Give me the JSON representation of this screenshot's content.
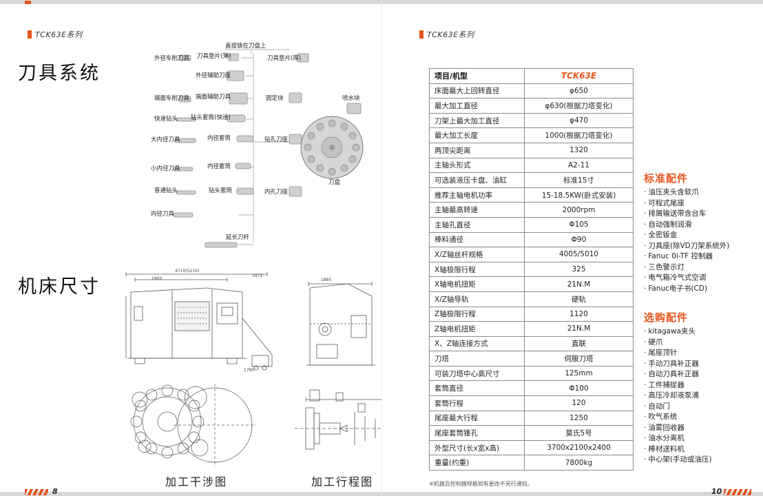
{
  "accent": "#e8541e",
  "left_page": {
    "series": "TCK63E系列",
    "section1_title": "刀具系统",
    "section2_title": "机床尺寸",
    "diagram": {
      "labels": [
        "直接锁在刀盘上",
        "外径车削刀具",
        "刀具垫片(薄)",
        "刀具垫片(厚)",
        "外径辅助刀座",
        "端面车削刀具",
        "端面辅助刀具",
        "固定块",
        "喷水块",
        "快速钻头",
        "钻头套筒(快速)",
        "大内径刀具",
        "内径套筒",
        "钻孔刀座",
        "小内径刀具",
        "内径套筒",
        "普通钻头",
        "钻头套筒",
        "内孔刀座",
        "内径刀具",
        "延长刀杆",
        "刀盘"
      ]
    },
    "drawings": {
      "dims": [
        "4710(5210)",
        "2400",
        "1879",
        "1885",
        "1780"
      ],
      "caption_interference": "加工干涉图",
      "caption_stroke": "加工行程图"
    },
    "page_number": "8"
  },
  "right_page": {
    "series": "TCK63E系列",
    "spec_table": {
      "col_item": "项目/机型",
      "col_model": "TCK63E",
      "rows": [
        {
          "label": "床面最大上回转直径",
          "value": "φ650"
        },
        {
          "label": "最大加工直径",
          "value": "φ630(根据刀塔变化)"
        },
        {
          "label": "刀架上最大加工直径",
          "value": "φ470"
        },
        {
          "label": "最大加工长度",
          "value": "1000(根据刀塔变化)"
        },
        {
          "label": "两顶尖距离",
          "value": "1320"
        },
        {
          "label": "主轴头形式",
          "value": "A2-11"
        },
        {
          "label": "可选装液压卡盘、油缸",
          "value": "标准15寸"
        },
        {
          "label": "推荐主轴电机功率",
          "value": "15-18.5KW(卧式安装)"
        },
        {
          "label": "主轴最高转速",
          "value": "2000rpm"
        },
        {
          "label": "主轴孔直径",
          "value": "Φ105"
        },
        {
          "label": "棒料通径",
          "value": "Φ90"
        },
        {
          "label": "X/Z轴丝杆规格",
          "value": "4005/5010"
        },
        {
          "label": "X轴极限行程",
          "value": "325"
        },
        {
          "label": "X轴电机扭矩",
          "value": "21N.M"
        },
        {
          "label": "X/Z轴导轨",
          "value": "硬轨"
        },
        {
          "label": "Z轴极限行程",
          "value": "1120"
        },
        {
          "label": "Z轴电机扭矩",
          "value": "21N.M"
        },
        {
          "label": "X、Z轴连接方式",
          "value": "直联"
        },
        {
          "label": "刀塔",
          "value": "伺服刀塔"
        },
        {
          "label": "可装刀塔中心高尺寸",
          "value": "125mm"
        },
        {
          "label": "套筒直径",
          "value": "Φ100"
        },
        {
          "label": "套筒行程",
          "value": "120"
        },
        {
          "label": "尾座最大行程",
          "value": "1250"
        },
        {
          "label": "尾座套筒锥孔",
          "value": "莫氏5号"
        },
        {
          "label": "外型尺寸(长x宽x高)",
          "value": "3700x2100x2400"
        },
        {
          "label": "重量(约重)",
          "value": "7800kg"
        }
      ]
    },
    "footnote": "※机器及控制器规格如有更改不另行通知。",
    "standard": {
      "title": "标准配件",
      "items": [
        "油压夹头含软爪",
        "可程式尾座",
        "排屑输送带含台车",
        "自动强制润滑",
        "全密钣金",
        "刀具座(除VD刀架系统外)",
        "Fanuc 0i-TF 控制器",
        "三色警示灯",
        "电气箱冷气式空调",
        "Fanuc电子书(CD)"
      ]
    },
    "optional": {
      "title": "选购配件",
      "items": [
        "kitagawa夹头",
        "硬爪",
        "尾座顶针",
        "手动刀具补正器",
        "自动刀具补正器",
        "工件捕捉器",
        "高压冷却液泵浦",
        "自动门",
        "吹气系统",
        "油雾回收器",
        "油水分离机",
        "棒材送料机",
        "中心架(手动或油压)"
      ]
    },
    "page_number": "10"
  }
}
